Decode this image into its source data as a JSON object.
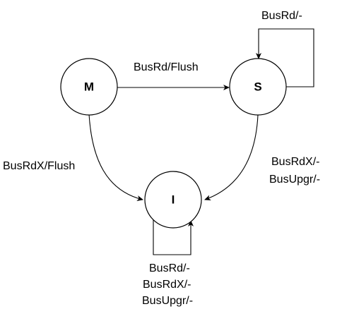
{
  "states": {
    "m": {
      "label": "M"
    },
    "s": {
      "label": "S"
    },
    "i": {
      "label": "I"
    }
  },
  "transitions": {
    "m_to_s": {
      "label": "BusRd/Flush"
    },
    "s_self": {
      "label": "BusRd/-"
    },
    "m_to_i": {
      "label": "BusRdX/Flush"
    },
    "s_to_i": {
      "lines": [
        "BusRdX/-",
        "BusUpgr/-"
      ]
    },
    "i_self": {
      "lines": [
        "BusRd/-",
        "BusRdX/-",
        "BusUpgr/-"
      ]
    }
  },
  "colors": {
    "stroke": "#000000",
    "fill": "#ffffff",
    "text": "#000000"
  }
}
